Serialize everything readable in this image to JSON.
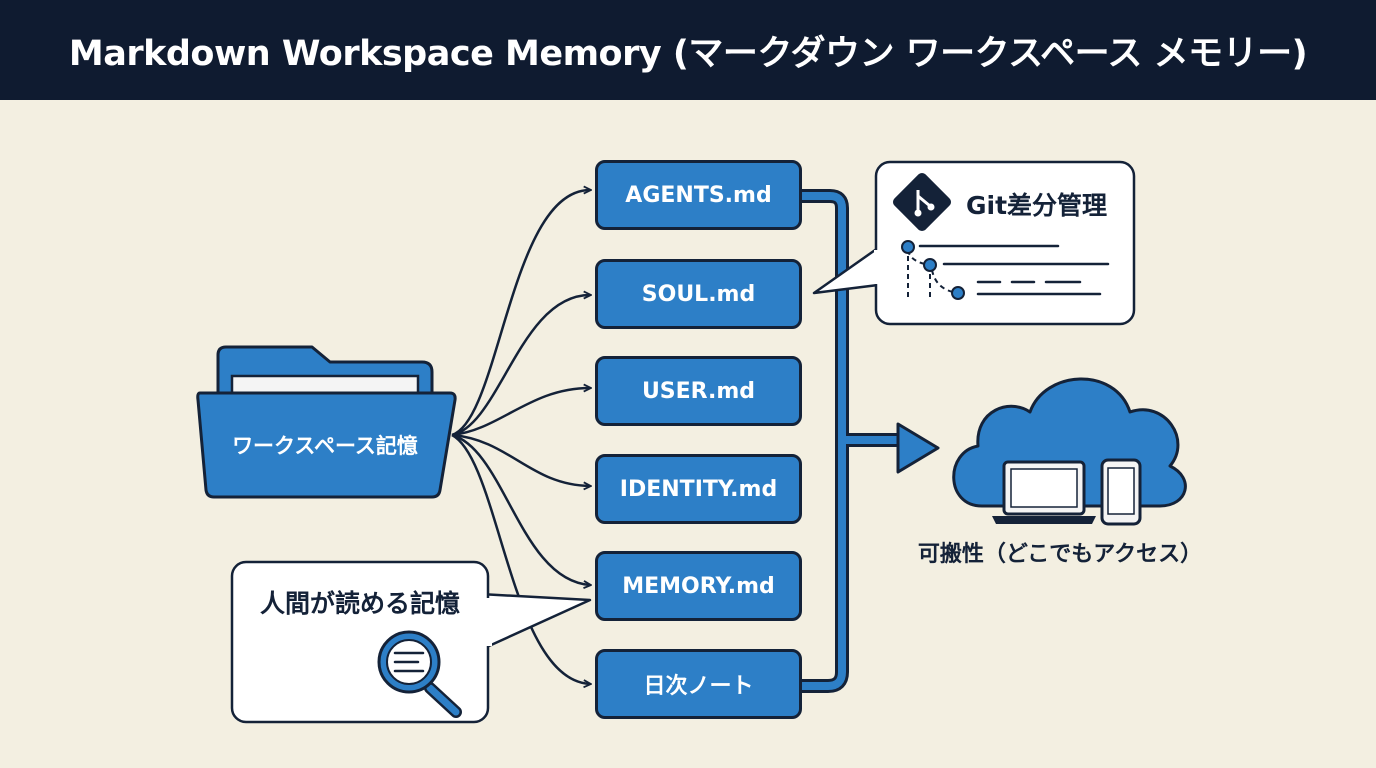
{
  "header": {
    "title": "Markdown Workspace Memory (マークダウン ワークスペース メモリー)"
  },
  "source": {
    "label": "ワークスペース記憶",
    "icon": "folder-icon"
  },
  "files": [
    {
      "label": "AGENTS.md"
    },
    {
      "label": "SOUL.md"
    },
    {
      "label": "USER.md"
    },
    {
      "label": "IDENTITY.md"
    },
    {
      "label": "MEMORY.md"
    },
    {
      "label": "日次ノート"
    }
  ],
  "git_callout": {
    "label": "Git差分管理",
    "icon": "git-icon"
  },
  "human_callout": {
    "label": "人間が読める記憶",
    "icon": "magnifier-icon"
  },
  "portability": {
    "label": "可搬性（どこでもアクセス）",
    "icon": "cloud-icon"
  },
  "colors": {
    "primary": "#2d7fc7",
    "outline": "#142238",
    "background": "#f3efe1",
    "header": "#0f1b30"
  }
}
